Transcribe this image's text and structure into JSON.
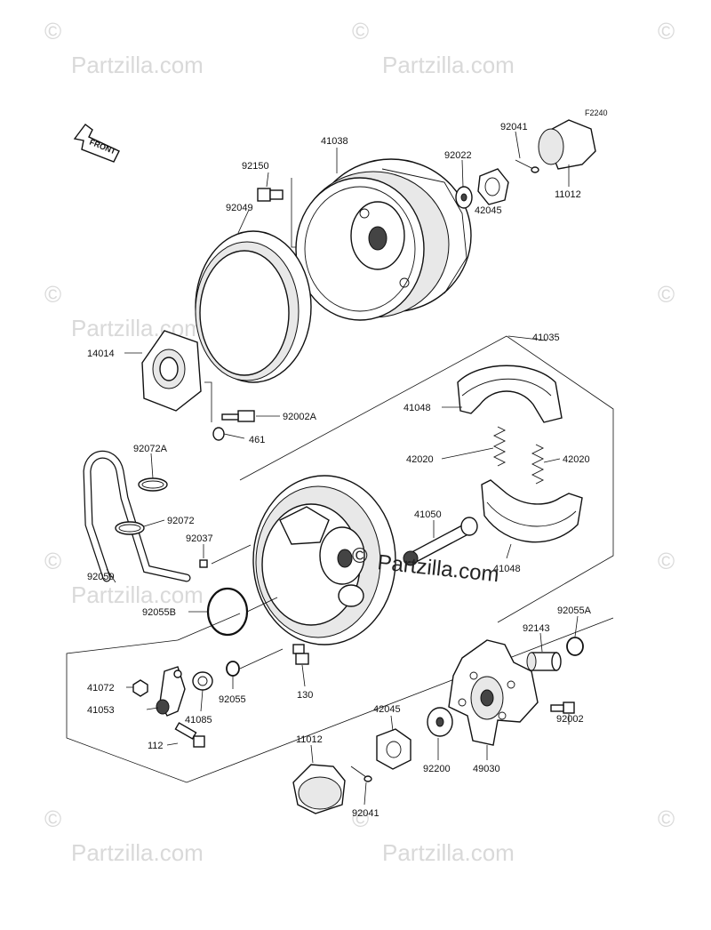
{
  "diagram_code": "F2240",
  "front_label": "FRONT",
  "brand_text": "Partzilla.com",
  "watermark_text": "Partzilla.com",
  "parts": {
    "p41038": "41038",
    "p92022": "92022",
    "p92041_top": "92041",
    "p11012_top": "11012",
    "p42045_top": "42045",
    "p92150": "92150",
    "p92049": "92049",
    "p14014": "14014",
    "p92002A": "92002A",
    "p461": "461",
    "p41035": "41035",
    "p41048_top": "41048",
    "p42020_left": "42020",
    "p42020_right": "42020",
    "p92072A": "92072A",
    "p92072": "92072",
    "p92037": "92037",
    "p41050": "41050",
    "p41048_bottom": "41048",
    "p92059": "92059",
    "p92055B": "92055B",
    "p92055A": "92055A",
    "p92143": "92143",
    "p41072": "41072",
    "p41053": "41053",
    "p41085": "41085",
    "p92055": "92055",
    "p130": "130",
    "p92002": "92002",
    "p42045_bottom": "42045",
    "p112": "112",
    "p11012_bottom": "11012",
    "p92200": "92200",
    "p49030": "49030",
    "p92041_bottom": "92041"
  }
}
